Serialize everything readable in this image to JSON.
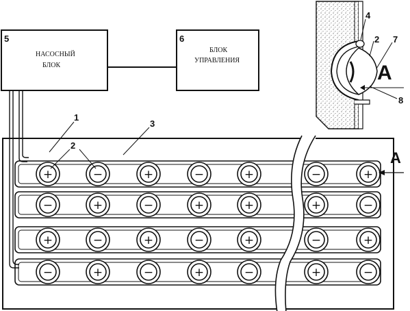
{
  "boxes": {
    "pump": {
      "number": "5",
      "line1": "НАСОСНЫЙ",
      "line2": "БЛОК"
    },
    "control": {
      "number": "6",
      "line1": "БЛОК",
      "line2": "УПРАВЛЕНИЯ"
    }
  },
  "callouts": {
    "c1": "1",
    "c2": "2",
    "c3": "3",
    "c4": "4",
    "c2_detail": "2",
    "c7": "7",
    "c8": "8"
  },
  "view_marker": "А",
  "detail_marker": "А",
  "polarity": {
    "plus": "+",
    "minus": "−"
  },
  "cell_rows": [
    [
      "+",
      "−",
      "+",
      "−",
      "+",
      "−",
      "+"
    ],
    [
      "−",
      "+",
      "−",
      "+",
      "+",
      "+",
      "−"
    ],
    [
      "+",
      "−",
      "+",
      "−",
      "+",
      "−",
      "+"
    ],
    [
      "−",
      "+",
      "−",
      "+",
      "−",
      "+",
      "−"
    ]
  ],
  "colors": {
    "ink": "#111111",
    "paper": "#ffffff",
    "stipple": "#444444"
  }
}
